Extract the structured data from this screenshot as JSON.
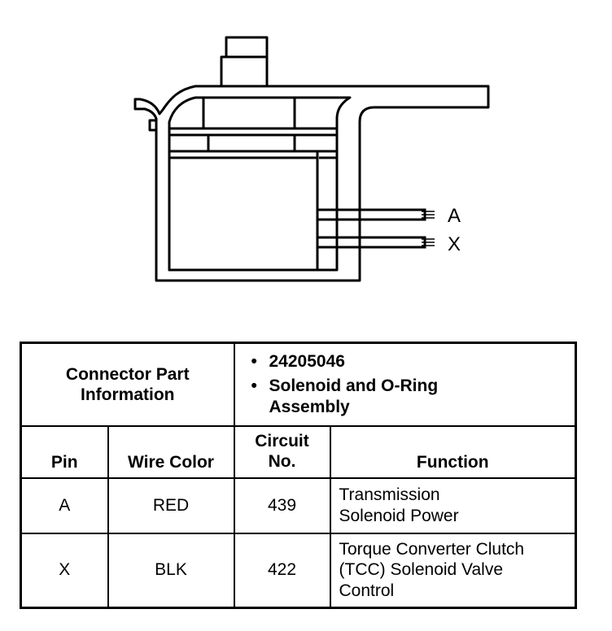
{
  "diagram": {
    "pin_labels": [
      "A",
      "X"
    ]
  },
  "table": {
    "connector_label": "Connector Part Information",
    "connector_items": [
      "24205046",
      "Solenoid and O-Ring Assembly"
    ],
    "headers": {
      "pin": "Pin",
      "wire_color": "Wire Color",
      "circuit_no": "Circuit No.",
      "function": "Function"
    },
    "rows": [
      {
        "pin": "A",
        "wire_color": "RED",
        "circuit": "439",
        "function": "Transmission Solenoid Power"
      },
      {
        "pin": "X",
        "wire_color": "BLK",
        "circuit": "422",
        "function": "Torque Converter Clutch (TCC) Solenoid Valve Control"
      }
    ]
  }
}
